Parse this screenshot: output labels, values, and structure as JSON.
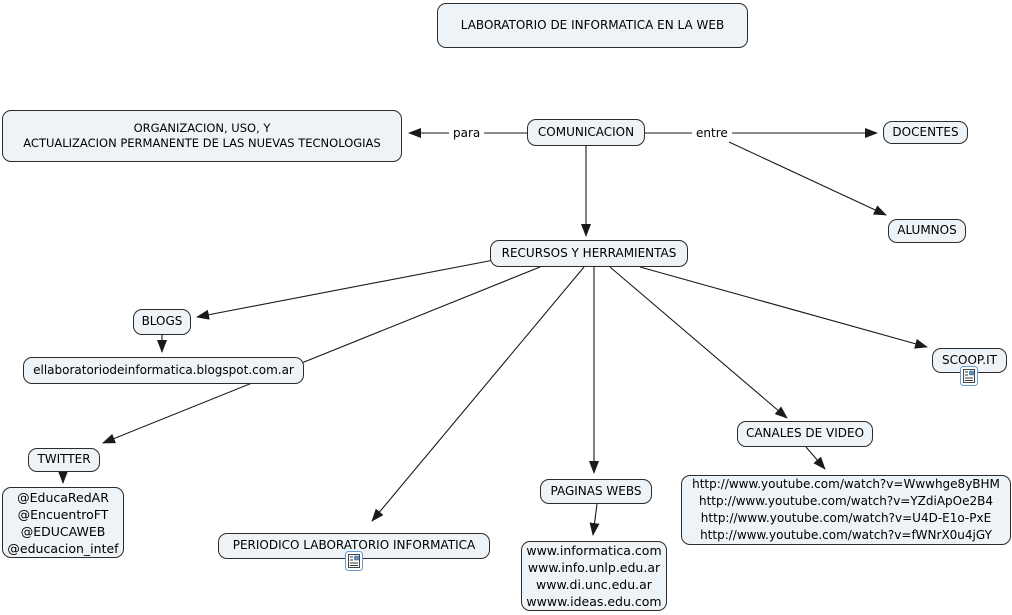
{
  "diagram_type": "concept-map",
  "link_labels": {
    "para": "para",
    "entre": "entre"
  },
  "nodes": {
    "title": {
      "label": "LABORATORIO DE INFORMATICA EN LA WEB"
    },
    "organizacion": {
      "lines": [
        "ORGANIZACION, USO, Y",
        "ACTUALIZACION PERMANENTE DE LAS NUEVAS TECNOLOGIAS"
      ]
    },
    "comunicacion": {
      "label": "COMUNICACION"
    },
    "docentes": {
      "label": "DOCENTES"
    },
    "alumnos": {
      "label": "ALUMNOS"
    },
    "recursos": {
      "label": "RECURSOS Y HERRAMIENTAS"
    },
    "blogs": {
      "label": "BLOGS"
    },
    "blogspot": {
      "label": "ellaboratoriodeinformatica.blogspot.com.ar"
    },
    "twitter": {
      "label": "TWITTER"
    },
    "twitter_accounts": {
      "lines": [
        "@EducaRedAR",
        "@EncuentroFT",
        "@EDUCAWEB",
        "@educacion_intef"
      ]
    },
    "periodico": {
      "label": "PERIODICO LABORATORIO INFORMATICA"
    },
    "paginas_webs": {
      "label": "PAGINAS WEBS"
    },
    "websites": {
      "lines": [
        "www.informatica.com",
        "www.info.unlp.edu.ar",
        "www.di.unc.edu.ar",
        "wwww.ideas.edu.com"
      ]
    },
    "canales_video": {
      "label": "CANALES DE VIDEO"
    },
    "youtube_links": {
      "lines": [
        "http://www.youtube.com/watch?v=Wwwhge8yBHM",
        "http://www.youtube.com/watch?v=YZdiApOe2B4",
        "http://www.youtube.com/watch?v=U4D-E1o-PxE",
        "http://www.youtube.com/watch?v=fWNrX0u4jGY"
      ]
    },
    "scoopit": {
      "label": "SCOOP.IT"
    }
  },
  "edges": [
    {
      "from": "comunicacion",
      "label": "para",
      "to": "organizacion"
    },
    {
      "from": "comunicacion",
      "label": "entre",
      "to": "docentes"
    },
    {
      "from": "comunicacion",
      "label": "entre",
      "to": "alumnos"
    },
    {
      "from": "comunicacion",
      "label": "",
      "to": "recursos"
    },
    {
      "from": "recursos",
      "label": "",
      "to": "blogs"
    },
    {
      "from": "blogs",
      "label": "",
      "to": "blogspot"
    },
    {
      "from": "recursos",
      "label": "",
      "to": "twitter"
    },
    {
      "from": "twitter",
      "label": "",
      "to": "twitter_accounts"
    },
    {
      "from": "recursos",
      "label": "",
      "to": "periodico"
    },
    {
      "from": "recursos",
      "label": "",
      "to": "paginas_webs"
    },
    {
      "from": "paginas_webs",
      "label": "",
      "to": "websites"
    },
    {
      "from": "recursos",
      "label": "",
      "to": "canales_video"
    },
    {
      "from": "canales_video",
      "label": "",
      "to": "youtube_links"
    },
    {
      "from": "recursos",
      "label": "",
      "to": "scoopit"
    }
  ],
  "icons": {
    "periodico_resource": "resource-icon",
    "scoopit_resource": "resource-icon"
  },
  "colors": {
    "background": "#ffffff",
    "node_fill": "#edf3f7",
    "node_border": "#2b2b2b",
    "line": "#1a1a1a",
    "icon_frame": "#6b9bd2"
  }
}
